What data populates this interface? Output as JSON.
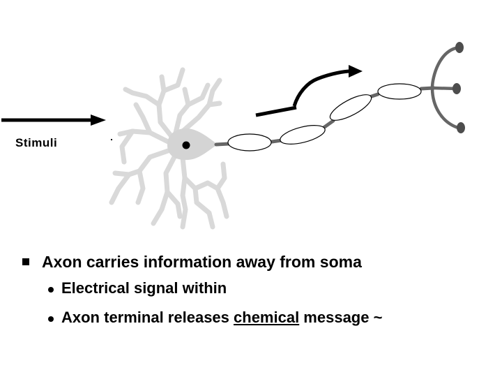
{
  "labels": {
    "stimuli": "Stimuli"
  },
  "bullets": {
    "main": "Axon carries information away from soma",
    "sub1": "Electrical signal within",
    "sub2_before": "Axon terminal releases ",
    "sub2_underlined": "chemical",
    "sub2_after": " message ~"
  },
  "colors": {
    "dendrite": "#d9d9d9",
    "soma": "#d4d4d4",
    "axon": "#666666",
    "arrow": "#000000",
    "terminal_dot": "#4d4d4d"
  }
}
